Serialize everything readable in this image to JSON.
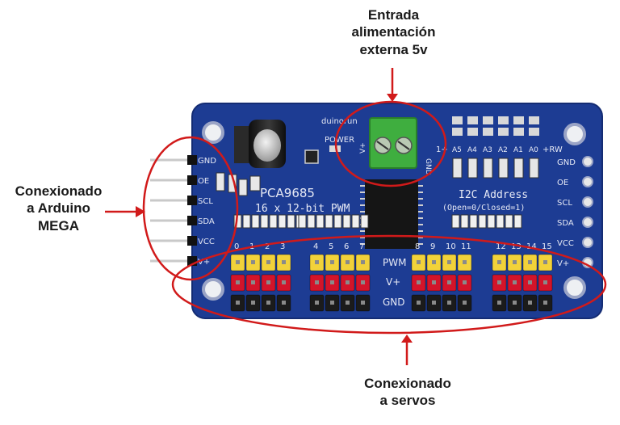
{
  "callouts": {
    "power": {
      "line1": "Entrada",
      "line2": "alimentación",
      "line3": "externa 5v"
    },
    "arduino": {
      "line1": "Conexionado",
      "line2": "a Arduino",
      "line3": "MEGA"
    },
    "servos": {
      "line1": "Conexionado",
      "line2": "a servos"
    }
  },
  "board": {
    "brand": "duinorun",
    "chip": "PCA9685",
    "subtitle": "16 x 12-bit PWM",
    "power_label": "POWER",
    "i2c_title": "I2C Address",
    "i2c_note": "(Open=0/Closed=1)",
    "address_labels": [
      "A5",
      "A4",
      "A3",
      "A2",
      "A1",
      "A0"
    ],
    "address_prefix": "1+",
    "address_suffix": "+RW",
    "terminal_labels": [
      "V+",
      "GND"
    ],
    "left_pins": [
      "GND",
      "OE",
      "SCL",
      "SDA",
      "VCC",
      "V+"
    ],
    "right_pins": [
      "GND",
      "OE",
      "SCL",
      "SDA",
      "VCC",
      "V+"
    ],
    "channel_numbers": [
      "0",
      "1",
      "2",
      "3",
      "4",
      "5",
      "6",
      "7",
      "8",
      "9",
      "10",
      "11",
      "12",
      "13",
      "14",
      "15"
    ],
    "row_labels": [
      "PWM",
      "V+",
      "GND"
    ]
  },
  "colors": {
    "pcb": "#1d3c93",
    "pcb_edge": "#142c73",
    "annotation": "#d11a1a",
    "pwm_pin": "#f2d23a",
    "vplus_pin": "#d3142a",
    "gnd_pin": "#1b1b1b",
    "terminal": "#3fae3f"
  }
}
